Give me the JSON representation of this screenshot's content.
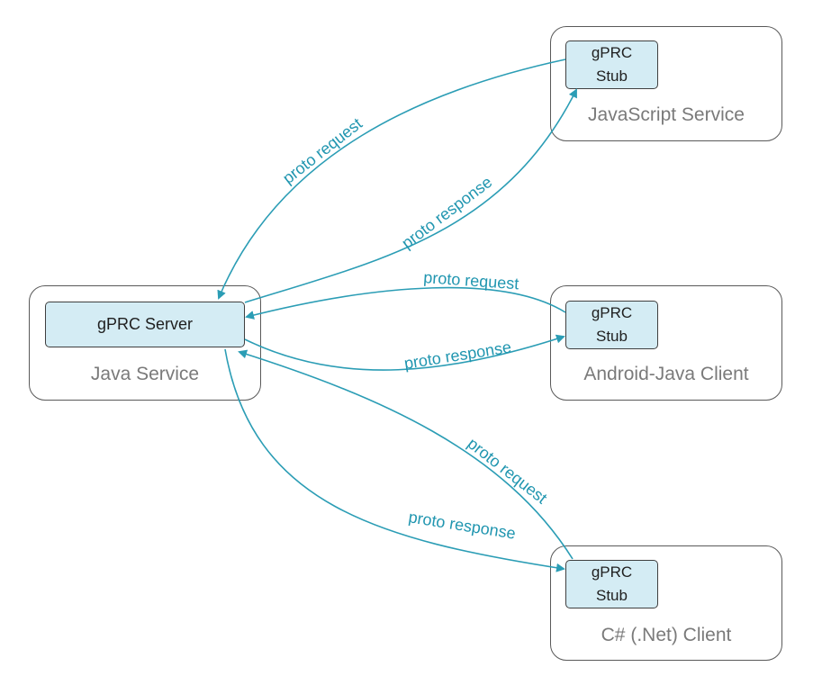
{
  "colors": {
    "arrow": "#2b9db5",
    "box_fill": "#d4ecf4",
    "border": "#595959",
    "label": "#7a7a7a"
  },
  "services": {
    "javascript": {
      "label": "JavaScript Service",
      "stub": [
        "gPRC",
        "Stub"
      ]
    },
    "java": {
      "label": "Java Service",
      "server": "gPRC Server"
    },
    "android": {
      "label": "Android-Java Client",
      "stub": [
        "gPRC",
        "Stub"
      ]
    },
    "csharp": {
      "label": "C# (.Net) Client",
      "stub": [
        "gPRC",
        "Stub"
      ]
    }
  },
  "edges": {
    "js_request": "proto request",
    "js_response": "proto response",
    "android_request": "proto request",
    "android_response": "proto response",
    "csharp_request": "proto request",
    "csharp_response": "proto response"
  }
}
